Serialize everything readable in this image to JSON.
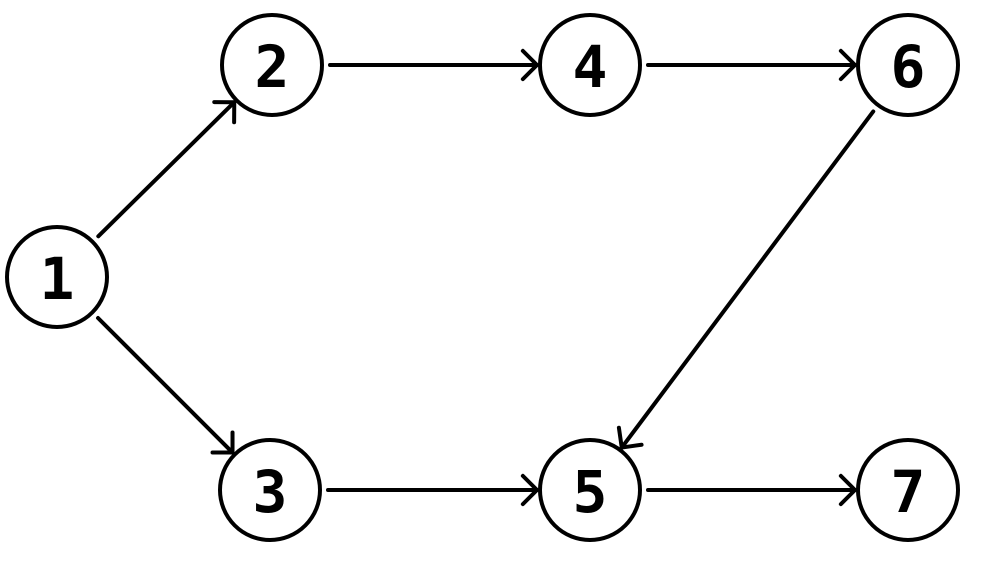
{
  "diagram": {
    "type": "directed-graph",
    "colors": {
      "stroke": "#000000",
      "background": "#ffffff"
    },
    "nodes": [
      {
        "id": "1",
        "label": "1"
      },
      {
        "id": "2",
        "label": "2"
      },
      {
        "id": "3",
        "label": "3"
      },
      {
        "id": "4",
        "label": "4"
      },
      {
        "id": "5",
        "label": "5"
      },
      {
        "id": "6",
        "label": "6"
      },
      {
        "id": "7",
        "label": "7"
      }
    ],
    "edges": [
      {
        "from": "1",
        "to": "2"
      },
      {
        "from": "1",
        "to": "3"
      },
      {
        "from": "2",
        "to": "4"
      },
      {
        "from": "4",
        "to": "6"
      },
      {
        "from": "3",
        "to": "5"
      },
      {
        "from": "6",
        "to": "5"
      },
      {
        "from": "5",
        "to": "7"
      }
    ]
  }
}
